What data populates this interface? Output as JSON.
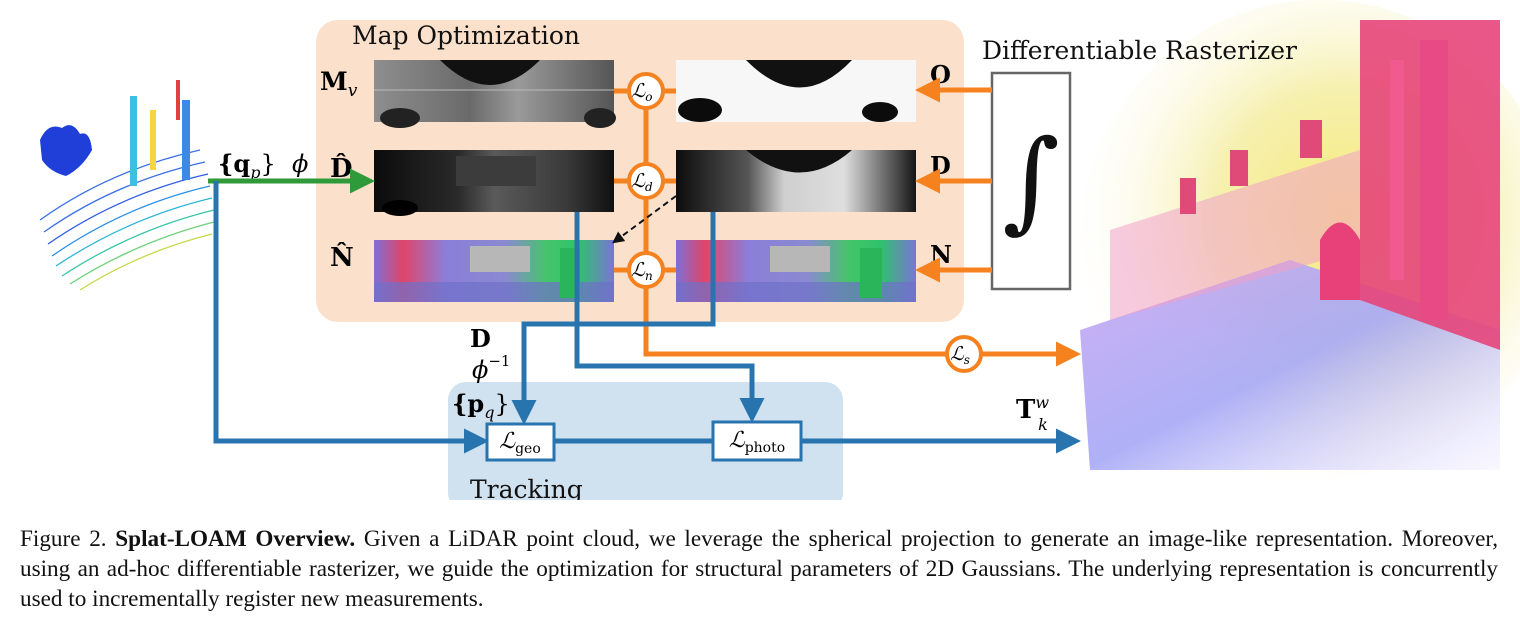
{
  "regions": {
    "map_optimization": "Map Optimization",
    "tracking": "Tracking",
    "rasterizer": "Differentiable Rasterizer",
    "integral_symbol": "∫"
  },
  "row_labels": {
    "mask": "M",
    "mask_sub": "v",
    "depth_hat": "D̂",
    "normal_hat": "N̂"
  },
  "rasterizer_outputs": {
    "opacity": "O",
    "depth": "D",
    "normal": "N"
  },
  "losses": {
    "opacity": "o",
    "depth": "d",
    "normal": "n",
    "smooth": "s",
    "geo": "geo",
    "photo": "photo",
    "script_L": "ℒ"
  },
  "inputs": {
    "points": "{q",
    "points_sub": "p",
    "points_close": "}",
    "projection": "ϕ",
    "depth_out": "D",
    "inverse_projection": "ϕ",
    "inverse_exp": "−1",
    "query_points": "{p",
    "query_sub": "q",
    "query_close": "}"
  },
  "output_pose": {
    "symbol": "T",
    "sup": "w",
    "sub": "k"
  },
  "colors": {
    "map_bg": "#fbe1cb",
    "tracking_bg": "#d0e1ef",
    "orange": "#f5821f",
    "blue": "#2774ae",
    "green": "#2e9a3a",
    "raster_box": "#666666"
  },
  "caption": {
    "prefix": "Figure 2.",
    "title": "Splat-LOAM Overview.",
    "text": "Given a LiDAR point cloud, we leverage the spherical projection to generate an image-like representation. Moreover, using an ad-hoc differentiable rasterizer, we guide the optimization for structural parameters of 2D Gaussians. The underlying representation is concurrently used to incrementally register new measurements."
  }
}
